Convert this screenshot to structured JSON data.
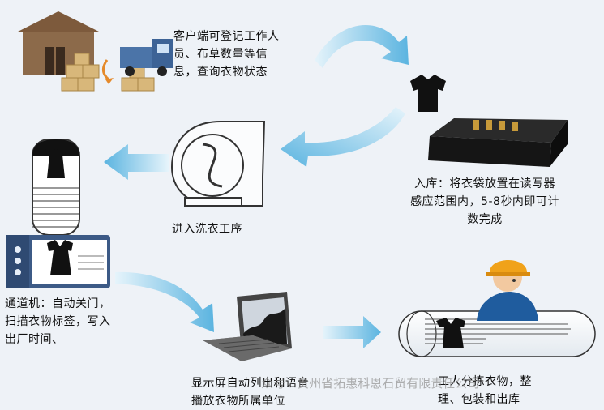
{
  "steps": {
    "client_text": [
      "客户端可登记工作人",
      "员、布草数量等信",
      "息，查询衣物状态"
    ],
    "inbound_text": [
      "入库：将衣袋放置在读写器",
      "感应范围内，5-8秒内即可计",
      "数完成"
    ],
    "wash_text": "进入洗衣工序",
    "channel_text": [
      "通道机：自动关门，",
      "扫描衣物标签，写入",
      "出厂时间、"
    ],
    "display_text": [
      "显示屏自动列出和语音",
      "播放衣物所属单位"
    ],
    "sort_text": [
      "工人分拣衣物，整",
      "理、包装和出库"
    ]
  },
  "watermark": "众号 · 贵州省拓惠科恩石贸有限责任公司",
  "colors": {
    "arrow": "#5bb4e0",
    "arrow_light": "#bfe3f3",
    "background": "#eef2f7"
  },
  "icons": [
    "warehouse-icon",
    "truck-icon",
    "boxes-icon",
    "shirt-icon",
    "rfid-reader-icon",
    "blower-icon",
    "clothes-rack-icon",
    "tunnel-machine-icon",
    "laptop-icon",
    "worker-icon",
    "conveyor-icon"
  ]
}
